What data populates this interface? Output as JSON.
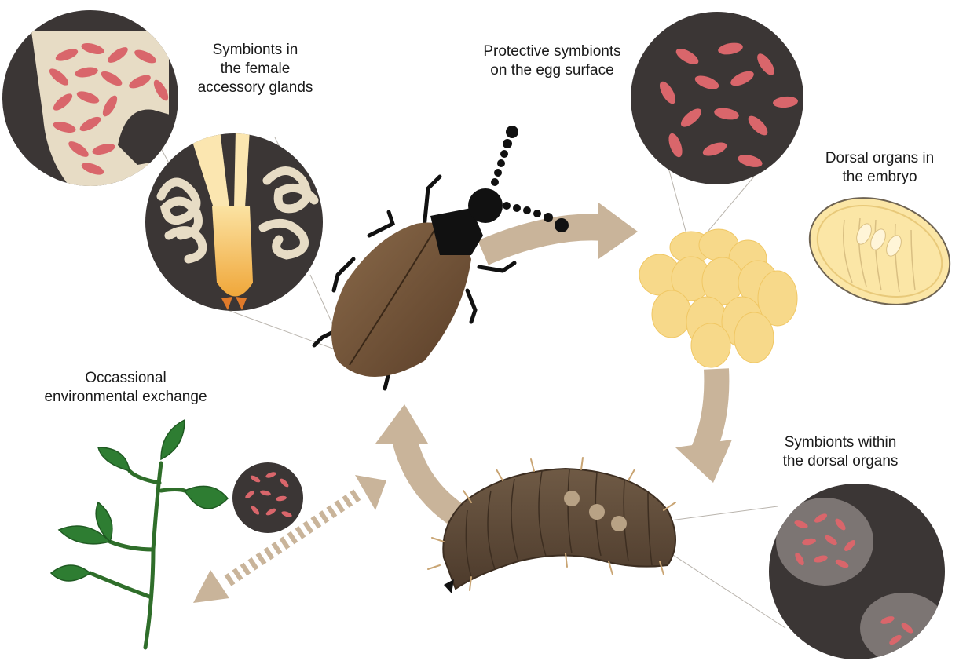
{
  "labels": {
    "glands": [
      "Symbionts in",
      "the  female",
      "accessory glands"
    ],
    "egg_surface": [
      "Protective symbionts",
      "on the egg surface"
    ],
    "embryo": [
      "Dorsal organs in",
      "the embryo"
    ],
    "environment": [
      "Occassional",
      "environmental exchange"
    ],
    "dorsal_organs": [
      "Symbionts within",
      "the dorsal organs"
    ]
  },
  "colors": {
    "background": "#ffffff",
    "lens_dark": "#3b3635",
    "symbiont": "#d9666b",
    "arrow": "#c9b49a",
    "beetle_elytra": "#7a5a3e",
    "beetle_head": "#111111",
    "eggs": "#f7d98a",
    "embryo": "#fbe6a6",
    "larva": "#6a5440",
    "leaf": "#2e7d32",
    "gland_tissue": "#e7dcc5",
    "oviduct": "#f2b64a"
  },
  "icons": [
    "beetle",
    "egg-cluster",
    "embryo",
    "larva",
    "plant",
    "magnifier-lens"
  ]
}
